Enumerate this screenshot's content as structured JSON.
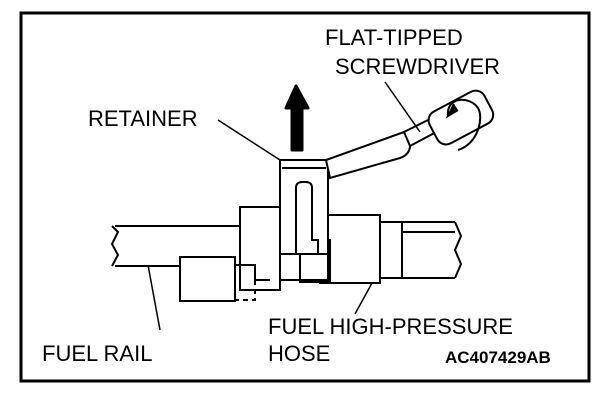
{
  "diagram": {
    "labels": {
      "screwdriver_line1": "FLAT-TIPPED",
      "screwdriver_line2": "SCREWDRIVER",
      "retainer": "RETAINER",
      "fuel_rail": "FUEL RAIL",
      "hose_line1": "FUEL HIGH-PRESSURE",
      "hose_line2": "HOSE",
      "figure_code": "AC407429AB"
    },
    "indicators": {
      "arrow_direction": "up",
      "rotation_icon": "rotate-arrow-icon"
    },
    "colors": {
      "line": "#000000",
      "background": "#ffffff"
    }
  }
}
